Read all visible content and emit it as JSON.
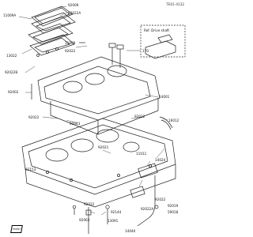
{
  "diagram_code": "TE01-4132",
  "reference_label": "Ref. Drive shaft",
  "front_marker": "FRONT",
  "part_numbers": {
    "p11009A": "11009A",
    "p92009": "92009",
    "p92022A": "92022A",
    "p13022": "13022",
    "p92022B": "92022B",
    "p11009": "11009",
    "p92022C": "92022",
    "p170": "170",
    "p14001": "14001",
    "p92002": "92002",
    "p92022D": "92022",
    "p92022E": "92022",
    "p92043": "92043",
    "p16012": "16012",
    "p92021": "92021",
    "p11011": "11011",
    "p14024": "14024",
    "p92153": "92153",
    "p92022F": "92022",
    "p92063": "92063",
    "p92144": "92144",
    "p13091": "13091",
    "p92022G": "92022",
    "p92022H": "92022A",
    "p92019": "92019",
    "p14040": "14040",
    "p59018": "59018"
  }
}
